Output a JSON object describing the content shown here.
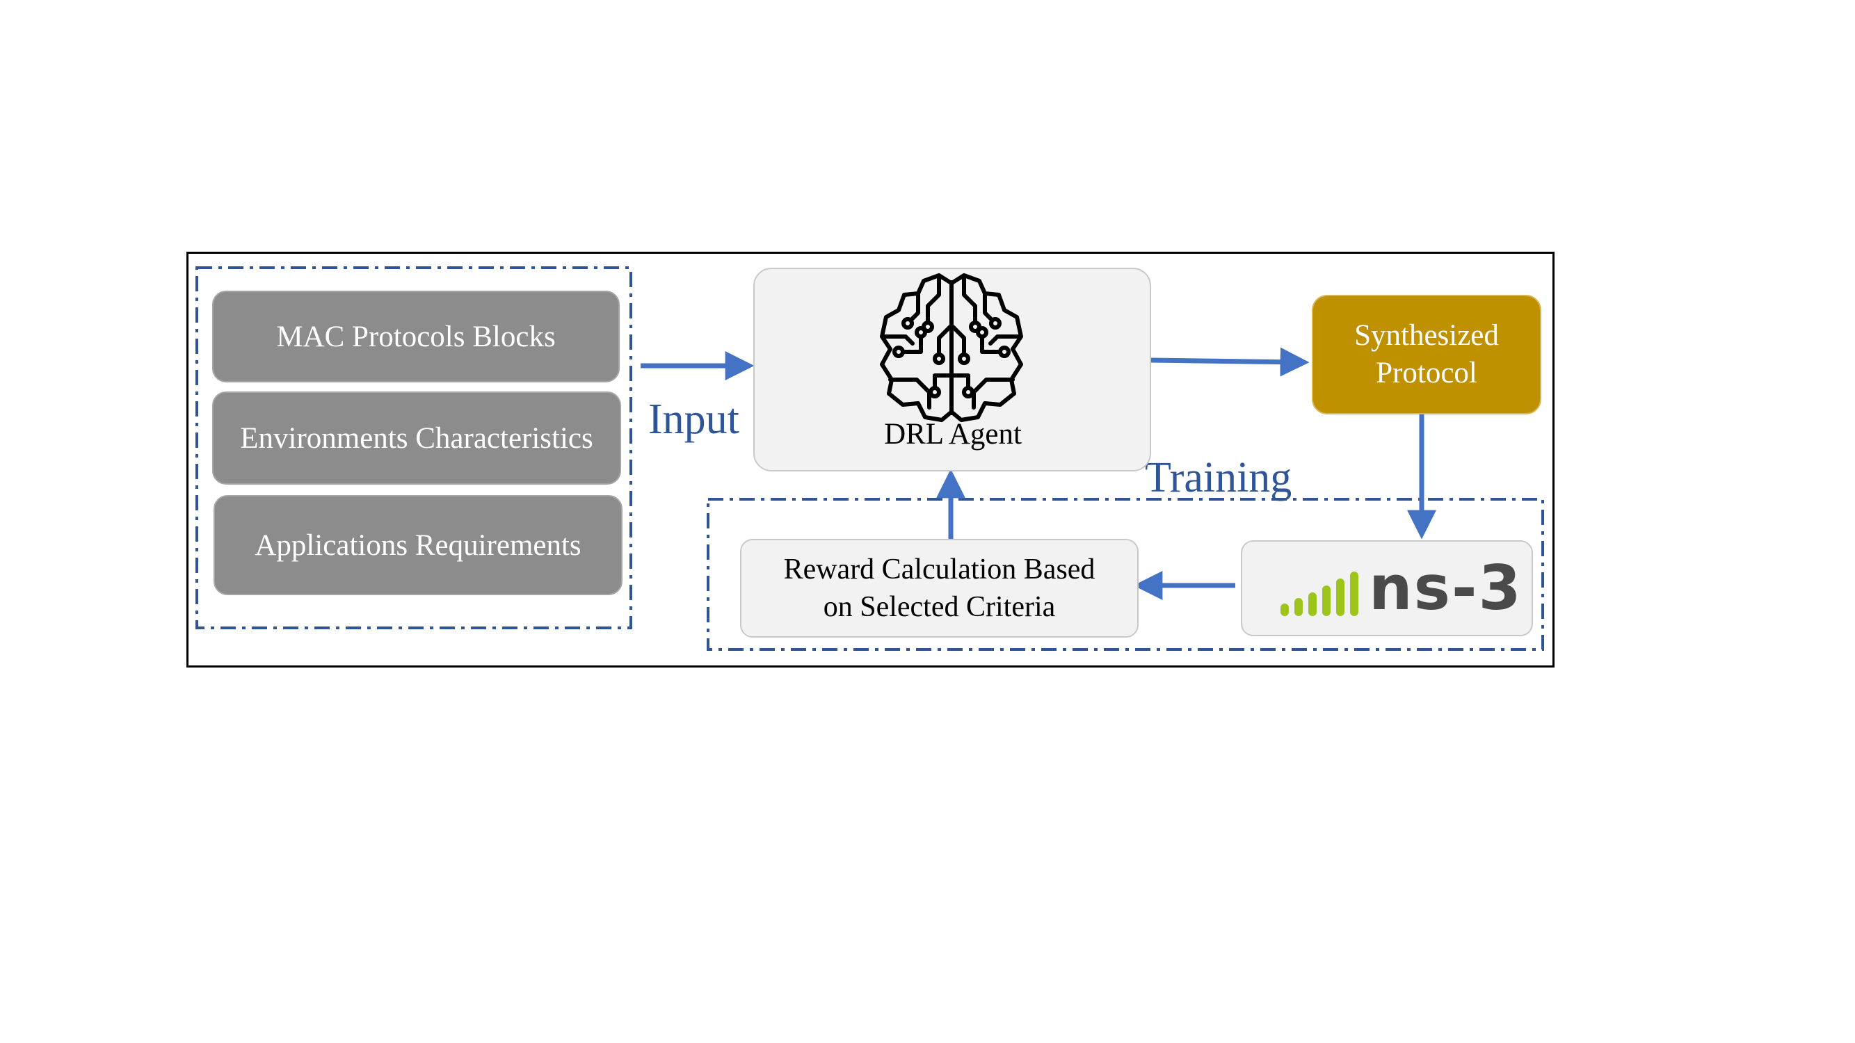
{
  "input_blocks": [
    {
      "label": "MAC Protocols Blocks"
    },
    {
      "label": "Environments Characteristics"
    },
    {
      "label": "Applications Requirements"
    }
  ],
  "labels": {
    "input": "Input",
    "training": "Training"
  },
  "agent": {
    "label": "DRL Agent",
    "icon": "brain-circuit-icon"
  },
  "output": {
    "line1": "Synthesized",
    "line2": "Protocol"
  },
  "simulator": {
    "logo_text": "ns-3",
    "icon": "signal-bars-icon"
  },
  "reward": {
    "line1": "Reward Calculation Based",
    "line2": "on Selected Criteria"
  },
  "colors": {
    "arrow": "#4472c4",
    "label": "#2f5597",
    "input_block": "#8c8c8c",
    "output_block": "#bf9000",
    "light_block": "#f2f2f2",
    "group_border": "#2f5597",
    "ns3_green": "#9dc41a",
    "ns3_text": "#4a4a4a"
  }
}
